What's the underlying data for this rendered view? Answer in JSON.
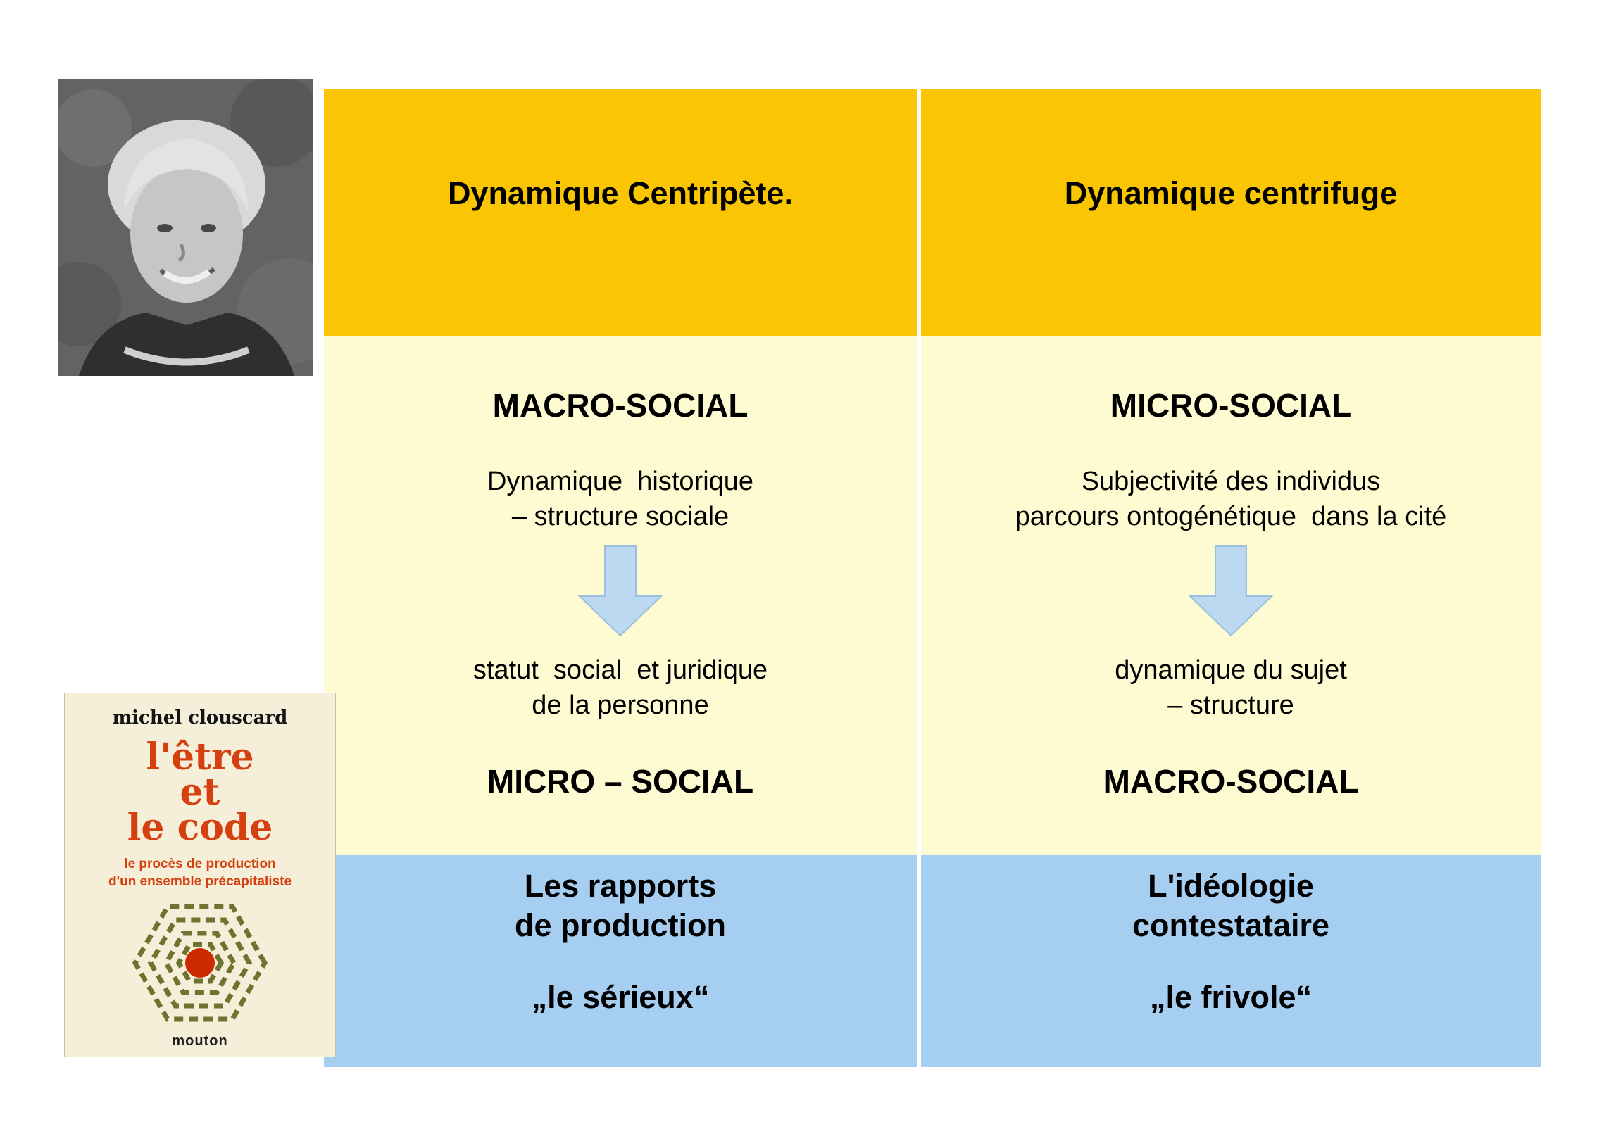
{
  "colors": {
    "header-bg": "#FAC502",
    "body-bg": "#FEFBD2",
    "footer-bg": "#A6CEF1",
    "arrow-fill": "#BDD9F2",
    "arrow-stroke": "#9ABFDF",
    "book-bg": "#F5EFDA",
    "book-red": "#D6400F",
    "hex-olive": "#6E7430",
    "hex-red": "#CC2B00"
  },
  "icons": {
    "portrait": "black-and-white-portrait-photo",
    "arrow": "down-block-arrow",
    "logo": "nested-hexagons-with-red-dot"
  },
  "table": {
    "columns": [
      {
        "header": "Dynamique Centripète.",
        "level_top": "MACRO-SOCIAL",
        "top_lines": [
          "Dynamique  historique",
          "– structure sociale"
        ],
        "bottom_lines": [
          "statut  social  et juridique",
          "de la personne"
        ],
        "level_bottom": "MICRO – SOCIAL",
        "footer_lines": [
          "Les rapports",
          "de production"
        ],
        "footer_quote": "„le sérieux“"
      },
      {
        "header": "Dynamique centrifuge",
        "level_top": "MICRO-SOCIAL",
        "top_lines": [
          "Subjectivité des individus",
          "parcours ontogénétique  dans la cité"
        ],
        "bottom_lines": [
          "dynamique du sujet",
          "– structure"
        ],
        "level_bottom": "MACRO-SOCIAL",
        "footer_lines": [
          "L'idéologie",
          "contestataire"
        ],
        "footer_quote": "„le frivole“"
      }
    ]
  },
  "book": {
    "author": "michel clouscard",
    "title_lines": [
      "l'être",
      "et",
      "le code"
    ],
    "subtitle_lines": [
      "le procès de production",
      "d'un ensemble précapitaliste"
    ],
    "publisher": "mouton"
  }
}
